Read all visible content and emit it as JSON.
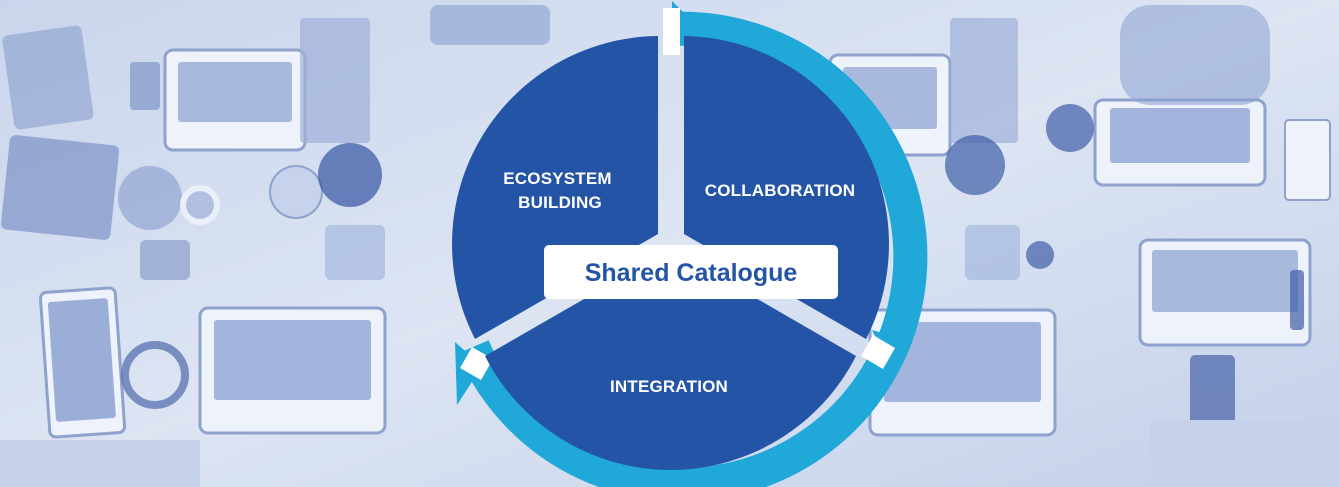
{
  "diagram": {
    "center_label": "Shared Catalogue",
    "segments": [
      {
        "id": "ecosystem",
        "lines": [
          "ECOSYSTEM",
          "BUILDING"
        ]
      },
      {
        "id": "collaboration",
        "lines": [
          "COLLABORATION"
        ]
      },
      {
        "id": "integration",
        "lines": [
          "INTEGRATION"
        ]
      }
    ]
  },
  "colors": {
    "segment_fill": "#2454a5",
    "cycle_arrow": "#1fa8d8",
    "center_box": "#ffffff",
    "center_text": "#2454a5",
    "background_tint": "#b6c6e4"
  }
}
